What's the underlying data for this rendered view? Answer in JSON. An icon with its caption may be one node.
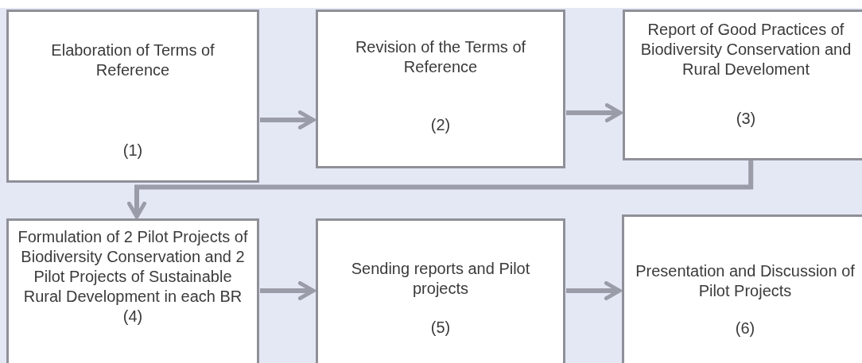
{
  "diagram": {
    "nodes": [
      {
        "text": [
          "Elaboration of Terms of Reference",
          "(1)"
        ]
      },
      {
        "text": [
          "Revision of the Terms of Reference",
          "(2)"
        ]
      },
      {
        "text": [
          "Report of Good Practices of Biodiversity Conservation and Rural Develoment",
          "(3)"
        ]
      },
      {
        "text": [
          "Formulation of 2 Pilot Projects of Biodiversity Conservation and 2 Pilot Projects of Sustainable Rural Development in each BR (4)"
        ]
      },
      {
        "text": [
          "Sending reports and Pilot projects",
          "(5)"
        ]
      },
      {
        "text": [
          "Presentation and Discussion of Pilot Projects",
          "(6)"
        ]
      }
    ],
    "edges": [
      {
        "from": 0,
        "to": 1,
        "arrow": "to"
      },
      {
        "from": 1,
        "to": 2,
        "arrow": "to"
      },
      {
        "from": 2,
        "to": 3,
        "arrow": "to"
      },
      {
        "from": 3,
        "to": 4,
        "arrow": "to"
      },
      {
        "from": 4,
        "to": 5,
        "arrow": "to"
      }
    ]
  }
}
